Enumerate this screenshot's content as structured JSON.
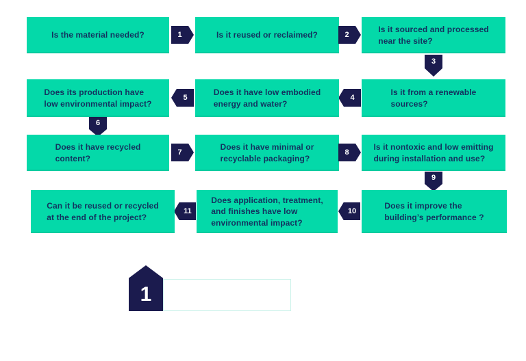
{
  "palette": {
    "background": "#ffffff",
    "box_fill": "#04d9a9",
    "box_text": "#13325f",
    "arrow_fill": "#1b1b4e",
    "number_text": "#ffffff",
    "legend_box_border": "#c9f2e9"
  },
  "flowchart": {
    "boxes": [
      {
        "question": [
          "Is the material needed?"
        ]
      },
      {
        "question": [
          "Is it reused or reclaimed?"
        ]
      },
      {
        "question": [
          "Is it sourced and processed",
          "near the site?"
        ]
      },
      {
        "question": [
          "Does its production have",
          "low environmental impact?"
        ]
      },
      {
        "question": [
          "Does it have low embodied",
          "energy and water?"
        ]
      },
      {
        "question": [
          "Is it from a renewable",
          "sources?"
        ]
      },
      {
        "question": [
          "Does it have recycled",
          "content?"
        ]
      },
      {
        "question": [
          "Does it have minimal or",
          "recyclable packaging?"
        ]
      },
      {
        "question": [
          "Is it nontoxic and low emitting",
          "during installation and use?"
        ]
      },
      {
        "question": [
          "Can it be reused or recycled",
          "at the end of the project?"
        ]
      },
      {
        "question": [
          "Does application, treatment,",
          "and finishes have low",
          "environmental impact?"
        ]
      },
      {
        "question": [
          "Does it improve the",
          "building’s performance ?"
        ]
      }
    ],
    "connectors": [
      {
        "number": "1",
        "direction": "right"
      },
      {
        "number": "2",
        "direction": "right"
      },
      {
        "number": "3",
        "direction": "down"
      },
      {
        "number": "4",
        "direction": "left"
      },
      {
        "number": "5",
        "direction": "left"
      },
      {
        "number": "6",
        "direction": "down"
      },
      {
        "number": "7",
        "direction": "right"
      },
      {
        "number": "8",
        "direction": "right"
      },
      {
        "number": "9",
        "direction": "down"
      },
      {
        "number": "10",
        "direction": "left"
      },
      {
        "number": "11",
        "direction": "left"
      }
    ],
    "legend": {
      "marker_number": "1",
      "note": ""
    }
  }
}
